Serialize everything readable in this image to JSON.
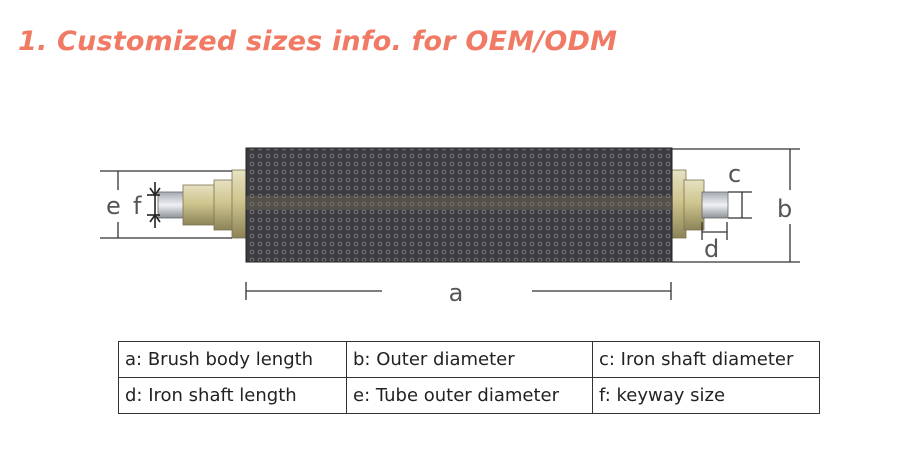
{
  "title": "1. Customized sizes info. for OEM/ODM",
  "diagram": {
    "labels": {
      "a": "a",
      "b": "b",
      "c": "c",
      "d": "d",
      "e": "e",
      "f": "f"
    }
  },
  "table": {
    "rows": [
      [
        "a: Brush body length",
        "b: Outer diameter",
        "c: Iron shaft diameter"
      ],
      [
        "d: Iron shaft length",
        "e: Tube outer diameter",
        "f: keyway size"
      ]
    ]
  },
  "colors": {
    "title": "#f07a64",
    "brush": "#3a3a3e",
    "shaft": "#cfc58f",
    "dimension": "#333333"
  }
}
